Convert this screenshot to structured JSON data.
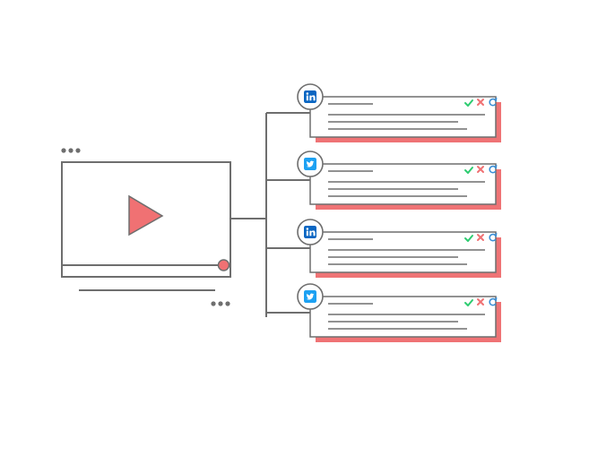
{
  "colors": {
    "stroke": "#6e6e6e",
    "accent": "#f07173",
    "shadow": "#ef7375",
    "card_bg": "#ffffff",
    "linkedin": "#0a66c2",
    "twitter": "#1da1f2",
    "approve": "#2ecc71",
    "reject": "#f07173",
    "refresh": "#3a8fd6"
  },
  "video_player": {
    "play_icon": "play-triangle-icon",
    "progress": 0.96
  },
  "posts": [
    {
      "network": "linkedin",
      "icon": "linkedin-icon",
      "actions": [
        "approve-icon",
        "reject-icon",
        "refresh-icon"
      ]
    },
    {
      "network": "twitter",
      "icon": "twitter-icon",
      "actions": [
        "approve-icon",
        "reject-icon",
        "refresh-icon"
      ]
    },
    {
      "network": "linkedin",
      "icon": "linkedin-icon",
      "actions": [
        "approve-icon",
        "reject-icon",
        "refresh-icon"
      ]
    },
    {
      "network": "twitter",
      "icon": "twitter-icon",
      "actions": [
        "approve-icon",
        "reject-icon",
        "refresh-icon"
      ]
    }
  ]
}
